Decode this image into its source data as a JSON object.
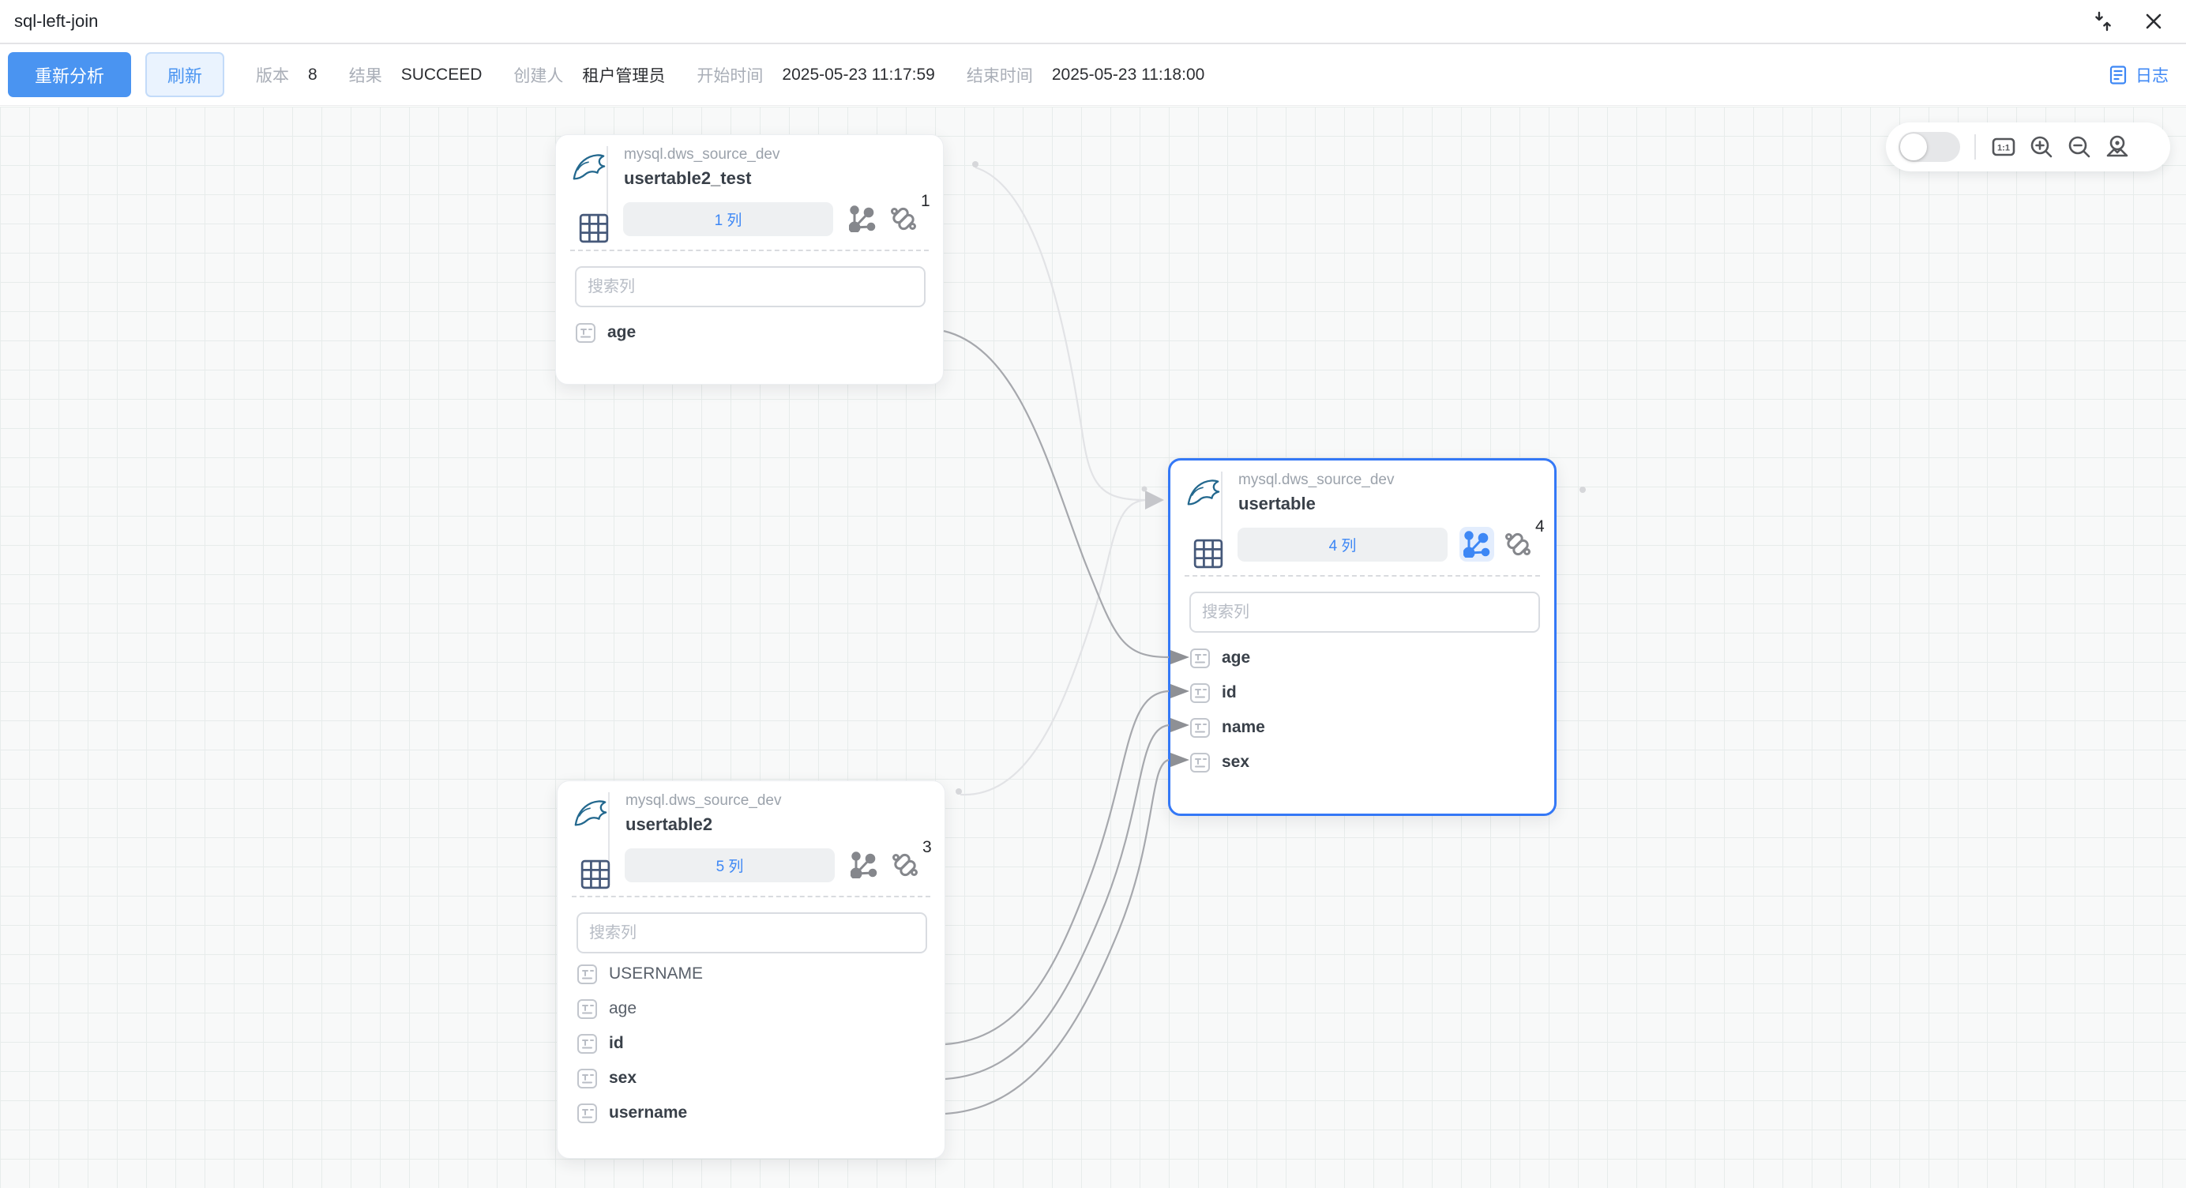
{
  "window": {
    "title": "sql-left-join",
    "icons": [
      "collapse-icon",
      "close-icon"
    ]
  },
  "toolbar": {
    "reanalyze_label": "重新分析",
    "refresh_label": "刷新",
    "fields": [
      {
        "label": "版本",
        "value": "8"
      },
      {
        "label": "结果",
        "value": "SUCCEED"
      },
      {
        "label": "创建人",
        "value": "租户管理员"
      },
      {
        "label": "开始时间",
        "value": "2025-05-23 11:17:59"
      },
      {
        "label": "结束时间",
        "value": "2025-05-23 11:18:00"
      }
    ],
    "log_label": "日志"
  },
  "controls": {
    "toggle_on": false,
    "icons": [
      "ratio-1-1-icon",
      "zoom-in-icon",
      "zoom-out-icon",
      "locate-icon"
    ]
  },
  "canvas": {
    "nodes": [
      {
        "db": "mysql.dws_source_dev",
        "table": "usertable2_test",
        "columns_badge": "1 列",
        "link_count": "1",
        "search_placeholder": "搜索列",
        "lineage_active": false,
        "selected": false,
        "columns": [
          {
            "name": "age",
            "emphasis": true
          }
        ]
      },
      {
        "db": "mysql.dws_source_dev",
        "table": "usertable",
        "columns_badge": "4 列",
        "link_count": "4",
        "search_placeholder": "搜索列",
        "lineage_active": true,
        "selected": true,
        "columns": [
          {
            "name": "age",
            "emphasis": true
          },
          {
            "name": "id",
            "emphasis": true
          },
          {
            "name": "name",
            "emphasis": true
          },
          {
            "name": "sex",
            "emphasis": true
          }
        ]
      },
      {
        "db": "mysql.dws_source_dev",
        "table": "usertable2",
        "columns_badge": "5 列",
        "link_count": "3",
        "search_placeholder": "搜索列",
        "lineage_active": false,
        "selected": false,
        "columns": [
          {
            "name": "USERNAME",
            "emphasis": false
          },
          {
            "name": "age",
            "emphasis": false
          },
          {
            "name": "id",
            "emphasis": true
          },
          {
            "name": "sex",
            "emphasis": true
          },
          {
            "name": "username",
            "emphasis": true
          }
        ]
      }
    ],
    "edges": {
      "column_level": [
        {
          "from": "usertable2_test.age",
          "to": "usertable.age"
        },
        {
          "from": "usertable2.id",
          "to": "usertable.id"
        },
        {
          "from": "usertable2.sex",
          "to": "usertable.name"
        },
        {
          "from": "usertable2.username",
          "to": "usertable.sex"
        }
      ],
      "table_level": [
        {
          "from": "usertable2_test",
          "to": "usertable"
        },
        {
          "from": "usertable2",
          "to": "usertable"
        }
      ]
    },
    "colors": {
      "accent": "#3d87f5",
      "selected_border": "#3478f6",
      "edge": "#a6a8ad",
      "edge_faint": "#e2e3e6",
      "badge_bg": "#eef0f2",
      "grid_line": "#e7eceb"
    }
  }
}
